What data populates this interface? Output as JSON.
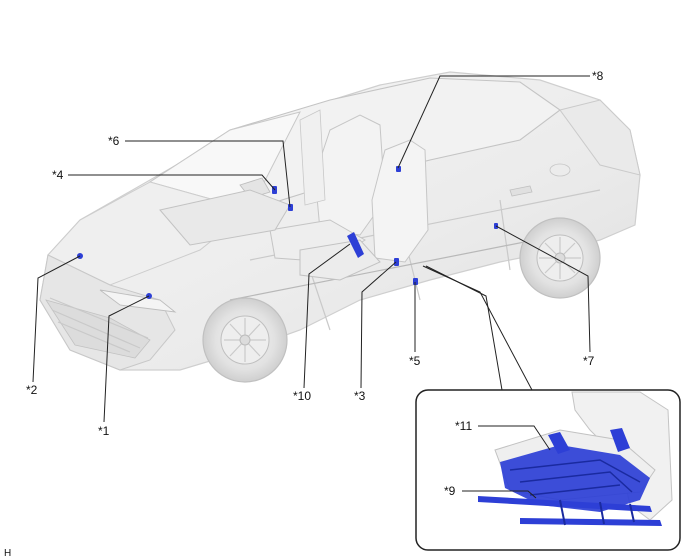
{
  "diagram": {
    "view_code": "H",
    "callouts": [
      {
        "id": "c1",
        "label": "*1"
      },
      {
        "id": "c2",
        "label": "*2"
      },
      {
        "id": "c3",
        "label": "*3"
      },
      {
        "id": "c4",
        "label": "*4"
      },
      {
        "id": "c5",
        "label": "*5"
      },
      {
        "id": "c6",
        "label": "*6"
      },
      {
        "id": "c7",
        "label": "*7"
      },
      {
        "id": "c8",
        "label": "*8"
      },
      {
        "id": "c9",
        "label": "*9"
      },
      {
        "id": "c10",
        "label": "*10"
      },
      {
        "id": "c11",
        "label": "*11"
      }
    ],
    "colors": {
      "component_highlight": "#2d3fd6",
      "car_body": "#ececec",
      "car_outline": "#c9c9c9"
    }
  }
}
